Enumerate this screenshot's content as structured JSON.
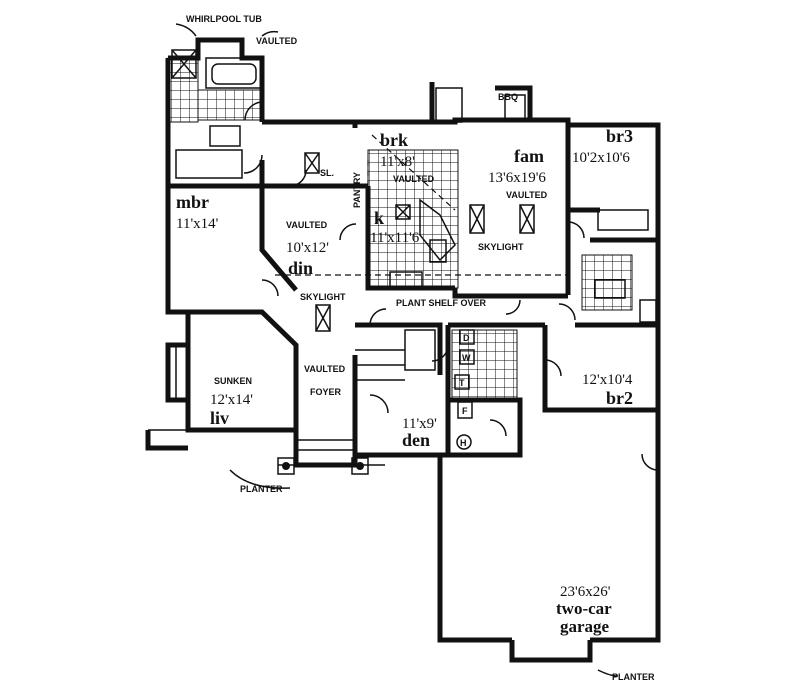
{
  "labels": {
    "whirlpool": "WHIRLPOOL TUB",
    "vaulted_bath": "VAULTED",
    "bbq": "BBQ",
    "pantry": "PANTRY",
    "sl": "SL.",
    "vaulted_brk": "VAULTED",
    "vaulted_fam": "VAULTED",
    "skylight_fam": "SKYLIGHT",
    "vaulted_din": "VAULTED",
    "skylight_foyer": "SKYLIGHT",
    "plant_shelf": "PLANT SHELF OVER",
    "sunken": "SUNKEN",
    "vaulted_foyer": "VAULTED",
    "foyer": "FOYER",
    "planter_front": "PLANTER",
    "planter_garage": "PLANTER",
    "d": "D",
    "w": "W",
    "t": "T",
    "f": "F",
    "h": "H"
  },
  "rooms": {
    "brk": {
      "name": "brk",
      "dim": "11'x8'"
    },
    "fam": {
      "name": "fam",
      "dim": "13'6x19'6"
    },
    "br3": {
      "name": "br3",
      "dim": "10'2x10'6"
    },
    "mbr": {
      "name": "mbr",
      "dim": "11'x14'"
    },
    "k": {
      "name": "k",
      "dim": "11'x11'6"
    },
    "din": {
      "name": "din",
      "dim": "10'x12'"
    },
    "liv": {
      "name": "liv",
      "dim": "12'x14'"
    },
    "den": {
      "name": "den",
      "dim": "11'x9'"
    },
    "br2": {
      "name": "br2",
      "dim": "12'x10'4"
    },
    "garage": {
      "dim": "23'6x26'",
      "line1": "two-car",
      "line2": "garage"
    }
  }
}
